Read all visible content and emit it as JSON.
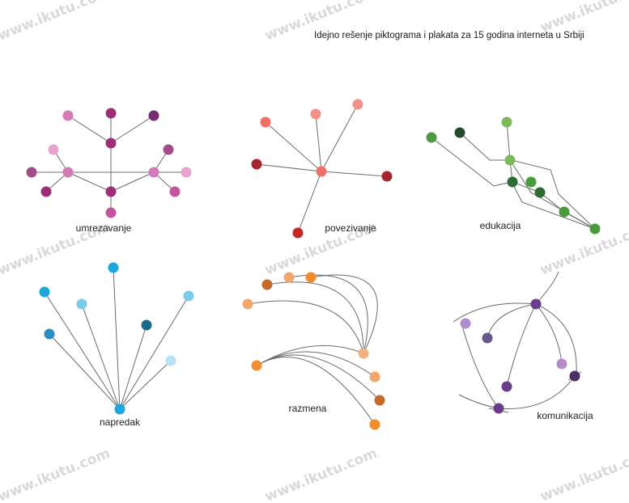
{
  "title": "Idejno rešenje piktograma i plakata za 15 godina interneta u Srbiji",
  "watermark": "www.ikutu.com",
  "panels": [
    {
      "id": "umrezavanje",
      "label": "umrezavanje"
    },
    {
      "id": "povezivanje",
      "label": "povezivanje"
    },
    {
      "id": "edukacija",
      "label": "edukacija"
    },
    {
      "id": "napredak",
      "label": "napredak"
    },
    {
      "id": "razmena",
      "label": "razmena"
    },
    {
      "id": "komunikacija",
      "label": "komunikacija"
    }
  ],
  "colors": {
    "umrezavanje": [
      "#9b2f78",
      "#c4559c",
      "#e7a4cd",
      "#d37bb7",
      "#762d6f",
      "#a24d87"
    ],
    "povezivanje": [
      "#f07068",
      "#f19189",
      "#a42630",
      "#c3272e"
    ],
    "edukacija": [
      "#4c9a3e",
      "#234a2a",
      "#7cb85c",
      "#2f6a33"
    ],
    "napredak": [
      "#1ea7dc",
      "#2a8ebe",
      "#7ccbea",
      "#1a6b8a",
      "#b8e2f6"
    ],
    "razmena": [
      "#f28c2c",
      "#f2a66a",
      "#c46a2a",
      "#f0b37e"
    ],
    "komunikacija": [
      "#6a3c8c",
      "#b48bc4",
      "#4b3163",
      "#68578e"
    ]
  }
}
